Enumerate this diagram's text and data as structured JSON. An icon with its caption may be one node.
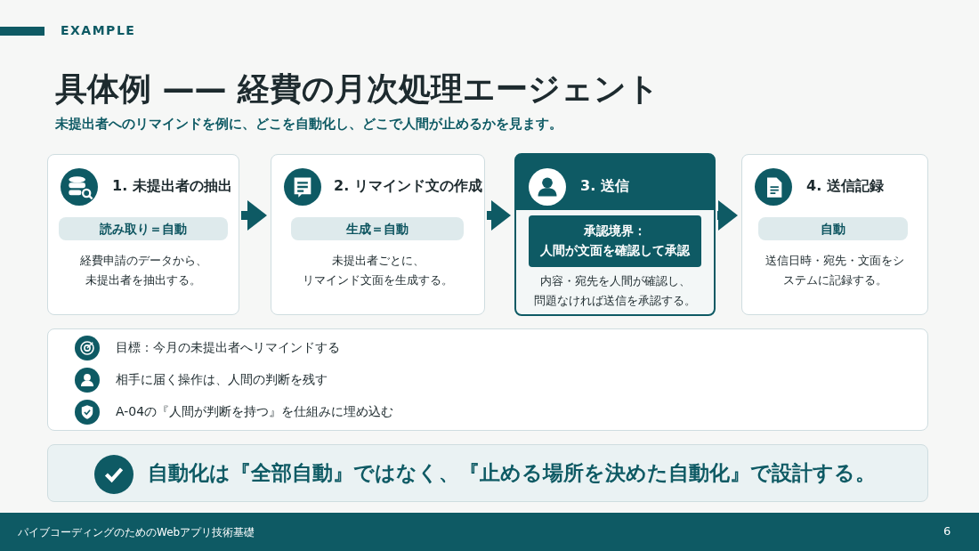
{
  "diagram": {
    "title": "具体例 —— 経費の月次処理エージェント",
    "nodes": [
      {
        "text": [
          "1. 未提出者の抽出",
          "経費申請のデータから、未提出者を抽出する。"
        ]
      },
      {
        "text": [
          "読み取り＝自動"
        ],
        "in": 0
      },
      {
        "text": [
          "2. リマインド文の作成",
          "未提出者ごとに、リマインド文面を生成する。"
        ]
      },
      {
        "text": [
          "生成＝自動"
        ],
        "in": 2
      },
      {
        "text": [
          "3. 送信",
          "内容・宛先を人間が確認し、問題なければ送信を承認する。"
        ]
      },
      {
        "text": [
          "承認境界：人間が文面を確認して承認"
        ],
        "in": 4
      },
      {
        "text": [
          "4. 送信記録",
          "送信日時・宛先・文面をシステムに記録する。"
        ]
      },
      {
        "text": [
          "自動"
        ],
        "in": 6
      },
      {
        "text": [
          "目標：今月の未提出者へリマインドする",
          "相手に届く操作は、人間の判断を残す",
          "A-04の『人間が判断を持つ』を仕組みに埋め込む"
        ]
      },
      {
        "text": [
          "自動化は『全部自動』ではなく、『止める場所を決めた自動化』で設計する。"
        ]
      }
    ],
    "edges": [
      {
        "from": 0,
        "to": 2,
        "arrow": "to"
      },
      {
        "from": 2,
        "to": 4,
        "arrow": "to"
      },
      {
        "from": 4,
        "to": 6,
        "arrow": "to"
      }
    ],
    "labels": [
      "EXAMPLE",
      "未提出者へのリマインドを例に、どこを自動化し、どこで人間が止めるかを見ます。",
      "パイブコーディングのためのWebアプリ技術基礎",
      "6"
    ]
  }
}
